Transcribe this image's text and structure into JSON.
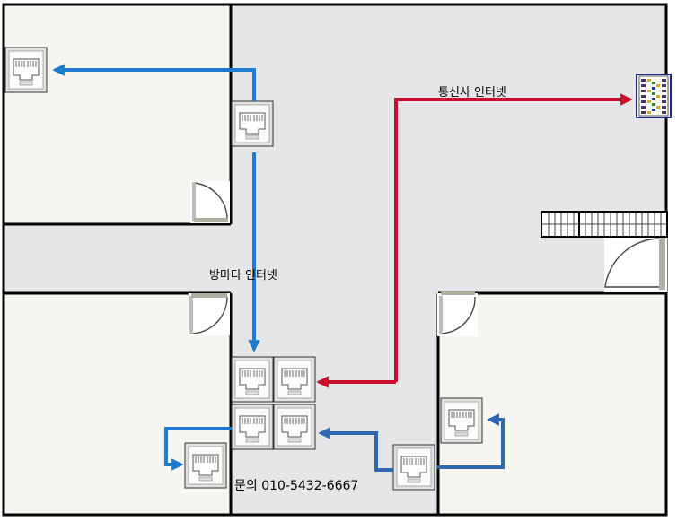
{
  "labels": {
    "isp_internet": "통신사 인터넷",
    "room_internet": "방마다  인터넷",
    "contact": "문의 010-5432-6667"
  },
  "colors": {
    "wall": "#000000",
    "room_floor": "#f6f5ef",
    "hall_floor": "#e6e6e8",
    "isp_line": "#c8102e",
    "room_line_light": "#1c7ad1",
    "room_line_dark": "#2f68b1",
    "outlet_frame": "#e2e2e0"
  },
  "icons": [
    "ethernet-port-icon",
    "patch-panel-icon",
    "switch-hub-icon",
    "door-swing-icon"
  ]
}
